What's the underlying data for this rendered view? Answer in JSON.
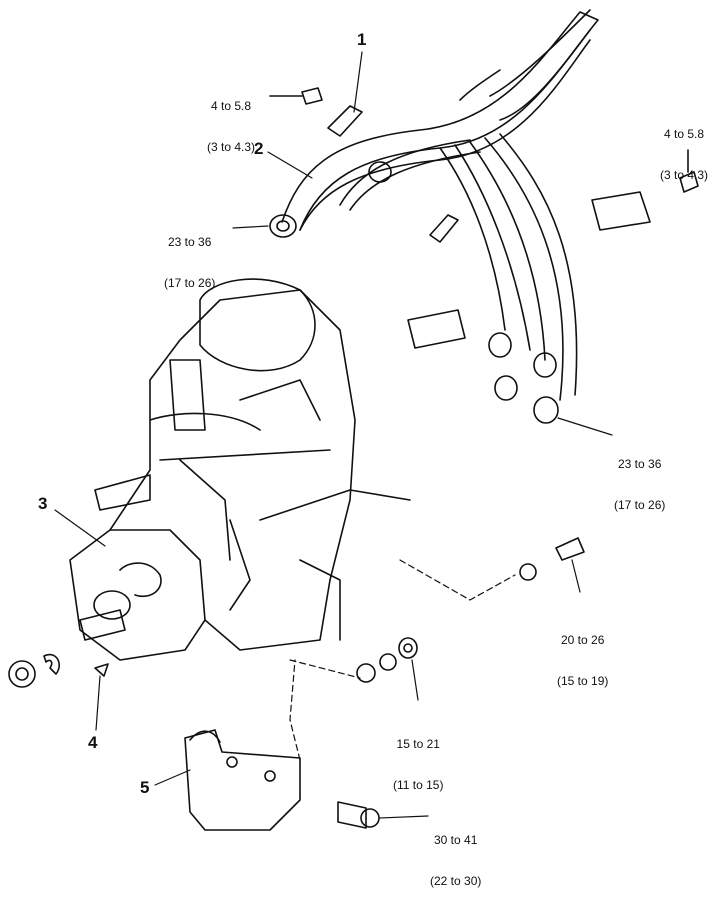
{
  "callouts": {
    "c1": "1",
    "c2": "2",
    "c3": "3",
    "c4": "4",
    "c5": "5"
  },
  "torques": {
    "bolt_top_left": {
      "nm": "4 to 5.8",
      "ftlb": "(3 to 4.3)"
    },
    "bolt_top_right": {
      "nm": "4 to 5.8",
      "ftlb": "(3 to 4.3)"
    },
    "pipe_nut_left": {
      "nm": "23 to 36",
      "ftlb": "(17 to 26)"
    },
    "pipe_nut_right": {
      "nm": "23 to 36",
      "ftlb": "(17 to 26)"
    },
    "bracket_bolt_right": {
      "nm": "20 to 26",
      "ftlb": "(15 to 19)"
    },
    "mount_nut": {
      "nm": "15 to 21",
      "ftlb": "(11 to 15)"
    },
    "bracket_bolt_bottom": {
      "nm": "30 to 41",
      "ftlb": "(22 to 30)"
    }
  },
  "colors": {
    "ink": "#111111",
    "paper": "#ffffff"
  }
}
